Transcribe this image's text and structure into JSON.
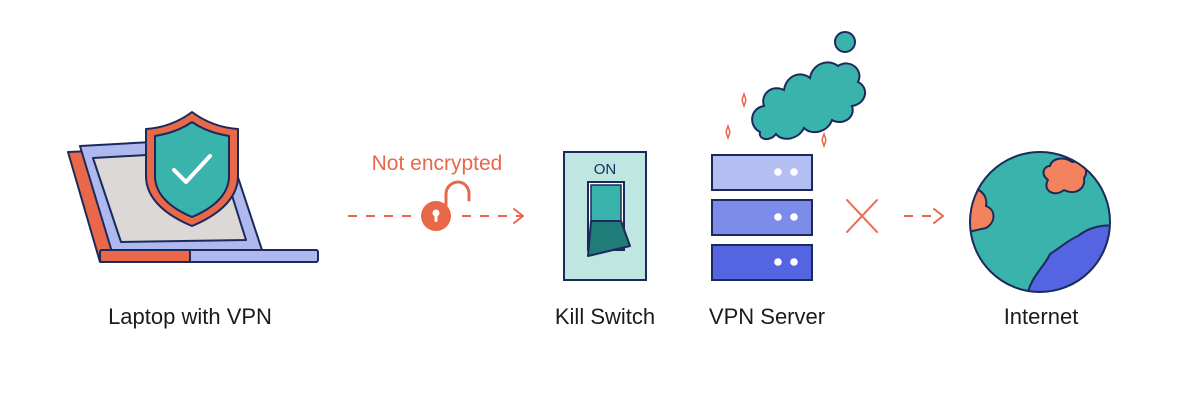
{
  "labels": {
    "laptop": "Laptop with VPN",
    "kill_switch": "Kill Switch",
    "vpn_server": "VPN Server",
    "internet": "Internet"
  },
  "annotation": "Not encrypted",
  "switch_state": "ON",
  "icons": {
    "laptop": "laptop-icon",
    "shield": "shield-check-icon",
    "unlocked": "unlocked-padlock-icon",
    "kill_switch": "toggle-switch-icon",
    "server": "server-stack-icon",
    "smoke": "smoke-cloud-icon",
    "blocked": "x-mark-icon",
    "internet": "globe-icon"
  },
  "colors": {
    "accent_orange": "#e9684a",
    "teal": "#3bb3ad",
    "dark_teal": "#1f7c79",
    "navy": "#1b2a5a",
    "laptop_screen": "#dcd8d5",
    "laptop_frame": "#aeb9ef",
    "switch_plate": "#bfe6e1",
    "server_light": "#b3bff3",
    "server_mid": "#7d8be9",
    "server_dark": "#5564e0",
    "globe_ocean": "#3bb3ad",
    "globe_land_orange": "#f2835e",
    "globe_land_blue": "#5564e0"
  }
}
